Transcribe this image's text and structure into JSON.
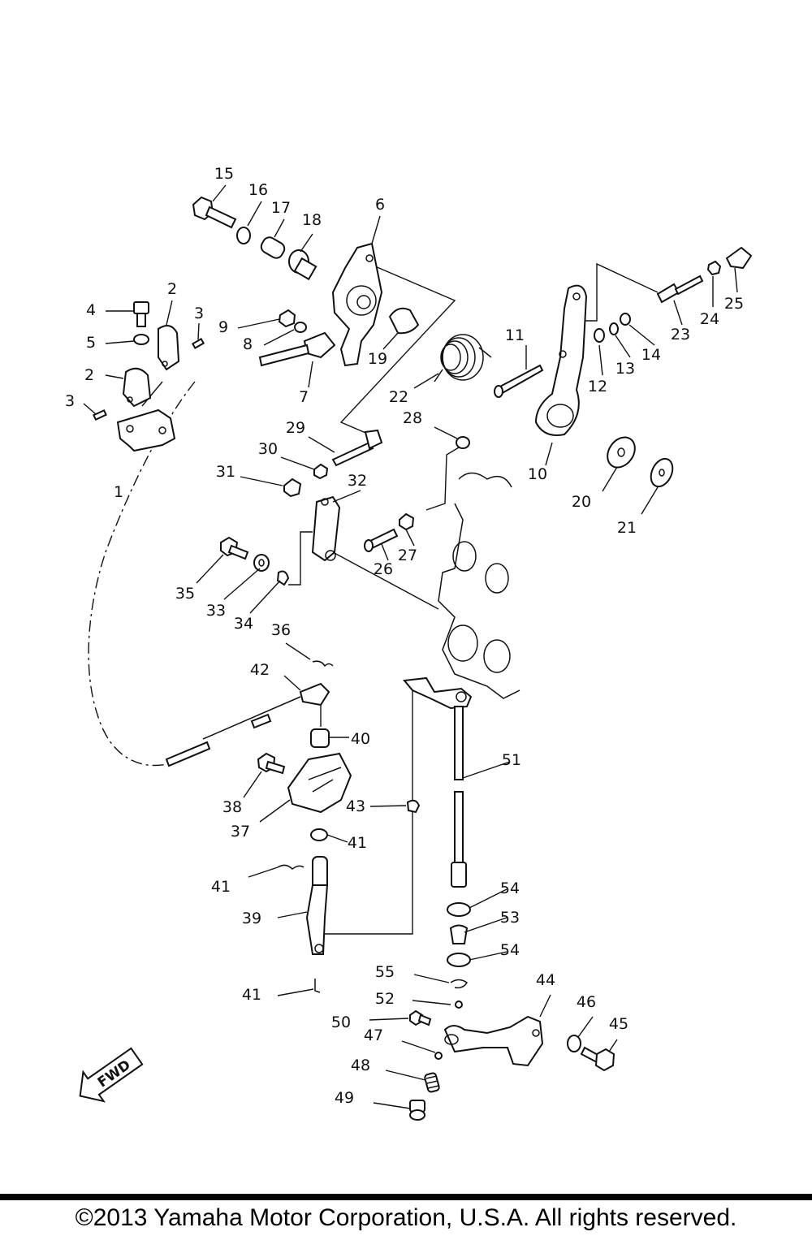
{
  "callouts": [
    {
      "n": "1"
    },
    {
      "n": "2"
    },
    {
      "n": "2"
    },
    {
      "n": "3"
    },
    {
      "n": "3"
    },
    {
      "n": "4"
    },
    {
      "n": "5"
    },
    {
      "n": "6"
    },
    {
      "n": "7"
    },
    {
      "n": "8"
    },
    {
      "n": "9"
    },
    {
      "n": "10"
    },
    {
      "n": "11"
    },
    {
      "n": "12"
    },
    {
      "n": "13"
    },
    {
      "n": "14"
    },
    {
      "n": "15"
    },
    {
      "n": "16"
    },
    {
      "n": "17"
    },
    {
      "n": "18"
    },
    {
      "n": "19"
    },
    {
      "n": "20"
    },
    {
      "n": "21"
    },
    {
      "n": "22"
    },
    {
      "n": "23"
    },
    {
      "n": "24"
    },
    {
      "n": "25"
    },
    {
      "n": "26"
    },
    {
      "n": "27"
    },
    {
      "n": "28"
    },
    {
      "n": "29"
    },
    {
      "n": "30"
    },
    {
      "n": "31"
    },
    {
      "n": "32"
    },
    {
      "n": "33"
    },
    {
      "n": "34"
    },
    {
      "n": "35"
    },
    {
      "n": "36"
    },
    {
      "n": "37"
    },
    {
      "n": "38"
    },
    {
      "n": "39"
    },
    {
      "n": "40"
    },
    {
      "n": "41"
    },
    {
      "n": "41"
    },
    {
      "n": "41"
    },
    {
      "n": "42"
    },
    {
      "n": "43"
    },
    {
      "n": "44"
    },
    {
      "n": "45"
    },
    {
      "n": "46"
    },
    {
      "n": "47"
    },
    {
      "n": "48"
    },
    {
      "n": "49"
    },
    {
      "n": "50"
    },
    {
      "n": "51"
    },
    {
      "n": "52"
    },
    {
      "n": "53"
    },
    {
      "n": "54"
    },
    {
      "n": "54"
    },
    {
      "n": "55"
    }
  ],
  "fwd_label": "FWD",
  "copyright": "©2013 Yamaha Motor Corporation, U.S.A. All rights reserved."
}
